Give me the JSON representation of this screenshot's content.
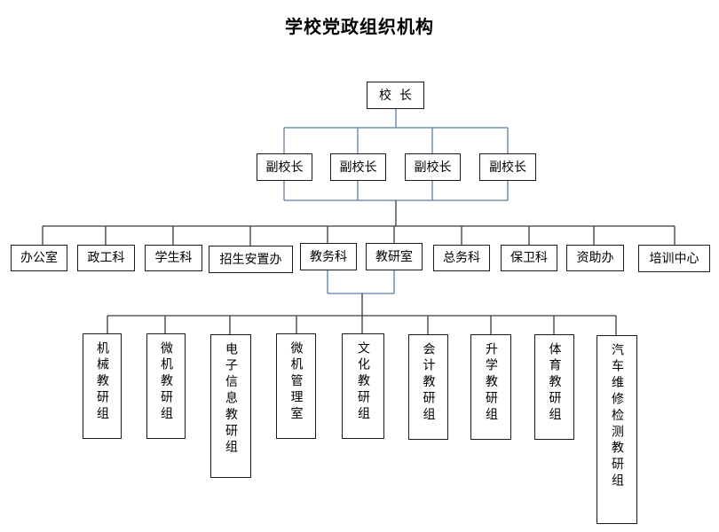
{
  "title": "学校党政组织机构",
  "colors": {
    "box_border": "#1a1a1a",
    "connector_blue": "#5b7ea6",
    "connector_dark": "#3a3a3a"
  },
  "principal": "校  长",
  "vice_principals": [
    "副校长",
    "副校长",
    "副校长",
    "副校长"
  ],
  "departments": [
    "办公室",
    "政工科",
    "学生科",
    "招生安置办",
    "教务科",
    "教研室",
    "总务科",
    "保卫科",
    "资助办",
    "培训中心"
  ],
  "teaching_groups": [
    "机械教研组",
    "微机教研组",
    "电子信息教研组",
    "微机管理室",
    "文化教研组",
    "会计教研组",
    "升学教研组",
    "体育教研组",
    "汽车维修检测教研组"
  ]
}
